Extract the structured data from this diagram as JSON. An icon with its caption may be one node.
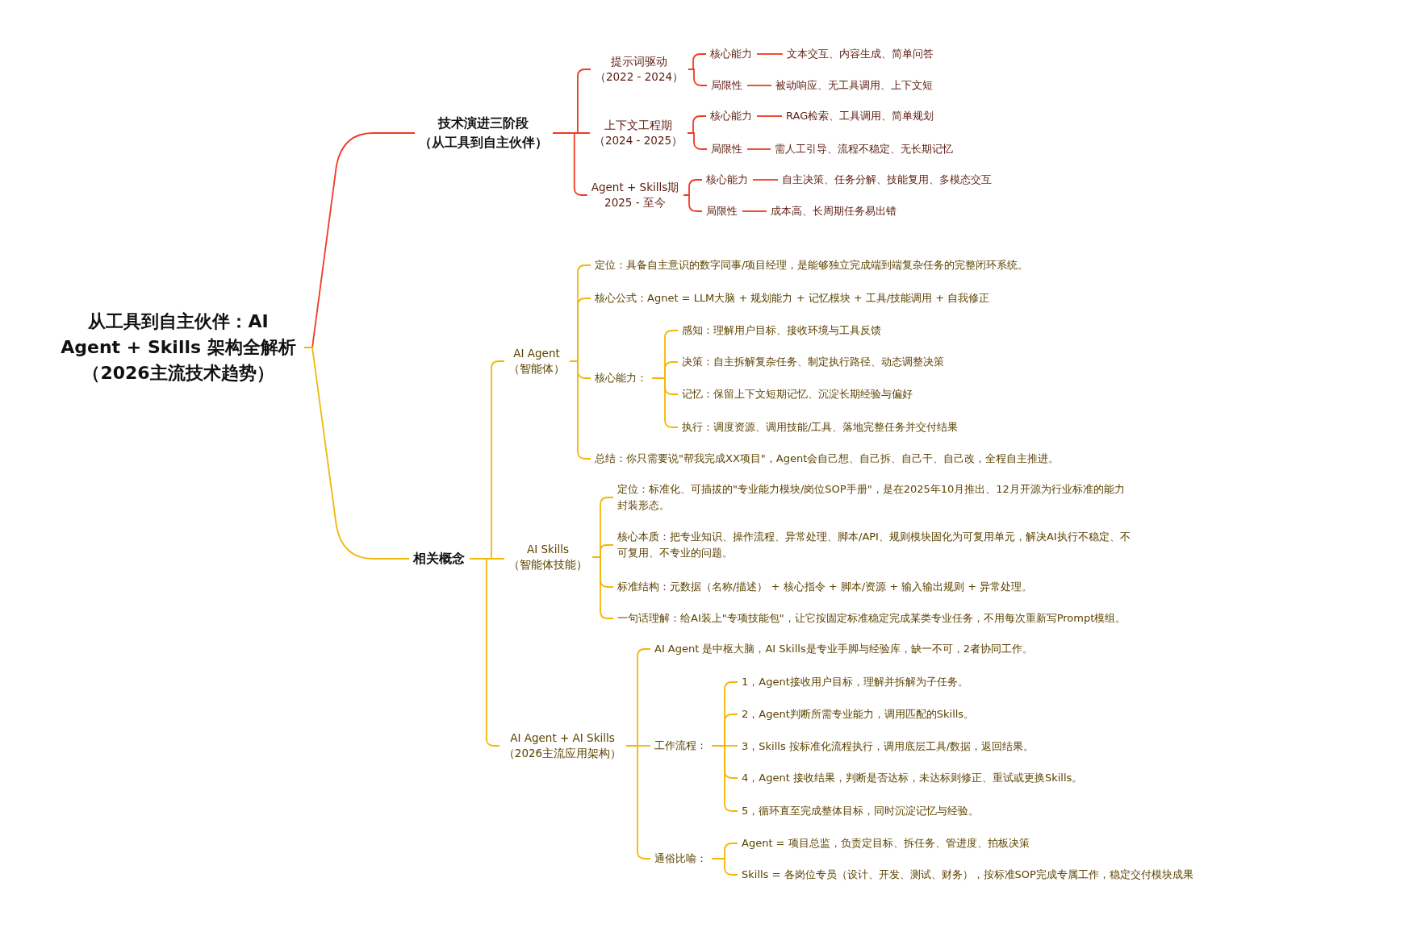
{
  "diagram": {
    "nodes": [
      {
        "text": [
          "从工具到自主伙伴：AI Agent + Skills 架构全解析（2026主流技术趋势）"
        ]
      },
      {
        "text": [
          "技术演进三阶段",
          "（从工具到自主伙伴）"
        ]
      },
      {
        "text": [
          "提示词驱动",
          "（2022 - 2024）"
        ]
      },
      {
        "text": [
          "核心能力"
        ]
      },
      {
        "text": [
          "文本交互、内容生成、简单问答"
        ]
      },
      {
        "text": [
          "局限性"
        ]
      },
      {
        "text": [
          "被动响应、无工具调用、上下文短"
        ]
      },
      {
        "text": [
          "上下文工程期",
          "（2024 - 2025）"
        ]
      },
      {
        "text": [
          "核心能力"
        ]
      },
      {
        "text": [
          "RAG检索、工具调用、简单规划"
        ]
      },
      {
        "text": [
          "局限性"
        ]
      },
      {
        "text": [
          "需人工引导、流程不稳定、无长期记忆"
        ]
      },
      {
        "text": [
          "Agent + Skills期",
          "2025 - 至今"
        ]
      },
      {
        "text": [
          "核心能力"
        ]
      },
      {
        "text": [
          "自主决策、任务分解、技能复用、多模态交互"
        ]
      },
      {
        "text": [
          "局限性"
        ]
      },
      {
        "text": [
          "成本高、长周期任务易出错"
        ]
      },
      {
        "text": [
          "相关概念"
        ]
      },
      {
        "text": [
          "AI Agent",
          "（智能体）"
        ]
      },
      {
        "text": [
          "定位：具备自主意识的数字同事/项目经理，是能够独立完成端到端复杂任务的完整闭环系统。"
        ]
      },
      {
        "text": [
          "核心公式：Agnet = LLM大脑 + 规划能力 + 记忆模块 + 工具/技能调用 + 自我修正"
        ]
      },
      {
        "text": [
          "核心能力："
        ]
      },
      {
        "text": [
          "感知：理解用户目标、接收环境与工具反馈"
        ]
      },
      {
        "text": [
          "决策：自主拆解复杂任务、制定执行路径、动态调整决策"
        ]
      },
      {
        "text": [
          "记忆：保留上下文短期记忆、沉淀长期经验与偏好"
        ]
      },
      {
        "text": [
          "执行：调度资源、调用技能/工具、落地完整任务并交付结果"
        ]
      },
      {
        "text": [
          "总结：你只需要说\"帮我完成XX项目\"，Agent会自己想、自己拆、自己干、自己改，全程自主推进。"
        ]
      },
      {
        "text": [
          "AI Skills",
          "（智能体技能）"
        ]
      },
      {
        "text": [
          "定位：标准化、可插拔的\"专业能力模块/岗位SOP手册\"，是在2025年10月推出、12月开源为行业标准的能力封装形态。"
        ]
      },
      {
        "text": [
          "核心本质：把专业知识、操作流程、异常处理、脚本/API、规则模块固化为可复用单元，解决AI执行不稳定、不可复用、不专业的问题。"
        ]
      },
      {
        "text": [
          "标准结构：元数据（名称/描述） + 核心指令 + 脚本/资源 + 输入输出规则 + 异常处理。"
        ]
      },
      {
        "text": [
          "一句话理解：给AI装上\"专项技能包\"，让它按固定标准稳定完成某类专业任务，不用每次重新写Prompt模组。"
        ]
      },
      {
        "text": [
          "AI Agent + AI Skills",
          "（2026主流应用架构）"
        ]
      },
      {
        "text": [
          "AI Agent 是中枢大脑，AI Skills是专业手脚与经验库，缺一不可，2者协同工作。"
        ]
      },
      {
        "text": [
          "工作流程："
        ]
      },
      {
        "text": [
          "1，Agent接收用户目标，理解并拆解为子任务。"
        ]
      },
      {
        "text": [
          "2，Agent判断所需专业能力，调用匹配的Skills。"
        ]
      },
      {
        "text": [
          "3，Skills 按标准化流程执行，调用底层工具/数据，返回结果。"
        ]
      },
      {
        "text": [
          "4，Agent 接收结果，判断是否达标，未达标则修正、重试或更换Skills。"
        ]
      },
      {
        "text": [
          "5，循环直至完成整体目标，同时沉淀记忆与经验。"
        ]
      },
      {
        "text": [
          "通俗比喻："
        ]
      },
      {
        "text": [
          "Agent = 项目总监，负责定目标、拆任务、管进度、拍板决策"
        ]
      },
      {
        "text": [
          "Skills = 各岗位专员（设计、开发、测试、财务），按标准SOP完成专属工作，稳定交付模块成果"
        ]
      }
    ],
    "edges": [
      {
        "from": 0,
        "to": 1,
        "arrow": "none",
        "color": "#f03a22"
      },
      {
        "from": 1,
        "to": 2,
        "arrow": "none",
        "color": "#f03a22"
      },
      {
        "from": 2,
        "to": 3,
        "arrow": "none",
        "color": "#f03a22"
      },
      {
        "from": 3,
        "to": 4,
        "arrow": "none",
        "color": "#f03a22"
      },
      {
        "from": 2,
        "to": 5,
        "arrow": "none",
        "color": "#f03a22"
      },
      {
        "from": 5,
        "to": 6,
        "arrow": "none",
        "color": "#f03a22"
      },
      {
        "from": 1,
        "to": 7,
        "arrow": "none",
        "color": "#f03a22"
      },
      {
        "from": 7,
        "to": 8,
        "arrow": "none",
        "color": "#f03a22"
      },
      {
        "from": 8,
        "to": 9,
        "arrow": "none",
        "color": "#f03a22"
      },
      {
        "from": 7,
        "to": 10,
        "arrow": "none",
        "color": "#f03a22"
      },
      {
        "from": 10,
        "to": 11,
        "arrow": "none",
        "color": "#f03a22"
      },
      {
        "from": 1,
        "to": 12,
        "arrow": "none",
        "color": "#f03a22"
      },
      {
        "from": 12,
        "to": 13,
        "arrow": "none",
        "color": "#f03a22"
      },
      {
        "from": 13,
        "to": 14,
        "arrow": "none",
        "color": "#f03a22"
      },
      {
        "from": 12,
        "to": 15,
        "arrow": "none",
        "color": "#f03a22"
      },
      {
        "from": 15,
        "to": 16,
        "arrow": "none",
        "color": "#f03a22"
      },
      {
        "from": 0,
        "to": 17,
        "arrow": "none"
      },
      {
        "from": 17,
        "to": 18,
        "arrow": "none"
      },
      {
        "from": 18,
        "to": 19,
        "arrow": "none"
      },
      {
        "from": 18,
        "to": 20,
        "arrow": "none"
      },
      {
        "from": 18,
        "to": 21,
        "arrow": "none"
      },
      {
        "from": 21,
        "to": 22,
        "arrow": "none"
      },
      {
        "from": 21,
        "to": 23,
        "arrow": "none"
      },
      {
        "from": 21,
        "to": 24,
        "arrow": "none"
      },
      {
        "from": 21,
        "to": 25,
        "arrow": "none"
      },
      {
        "from": 18,
        "to": 26,
        "arrow": "none"
      },
      {
        "from": 17,
        "to": 27,
        "arrow": "none"
      },
      {
        "from": 27,
        "to": 28,
        "arrow": "none"
      },
      {
        "from": 27,
        "to": 29,
        "arrow": "none"
      },
      {
        "from": 27,
        "to": 30,
        "arrow": "none"
      },
      {
        "from": 27,
        "to": 31,
        "arrow": "none"
      },
      {
        "from": 17,
        "to": 32,
        "arrow": "none"
      },
      {
        "from": 32,
        "to": 33,
        "arrow": "none"
      },
      {
        "from": 32,
        "to": 34,
        "arrow": "none"
      },
      {
        "from": 34,
        "to": 35,
        "arrow": "none"
      },
      {
        "from": 34,
        "to": 36,
        "arrow": "none"
      },
      {
        "from": 34,
        "to": 37,
        "arrow": "none"
      },
      {
        "from": 34,
        "to": 38,
        "arrow": "none"
      },
      {
        "from": 34,
        "to": 39,
        "arrow": "none"
      },
      {
        "from": 32,
        "to": 40,
        "arrow": "none"
      },
      {
        "from": 40,
        "to": 41,
        "arrow": "none"
      },
      {
        "from": 40,
        "to": 42,
        "arrow": "none"
      }
    ]
  }
}
